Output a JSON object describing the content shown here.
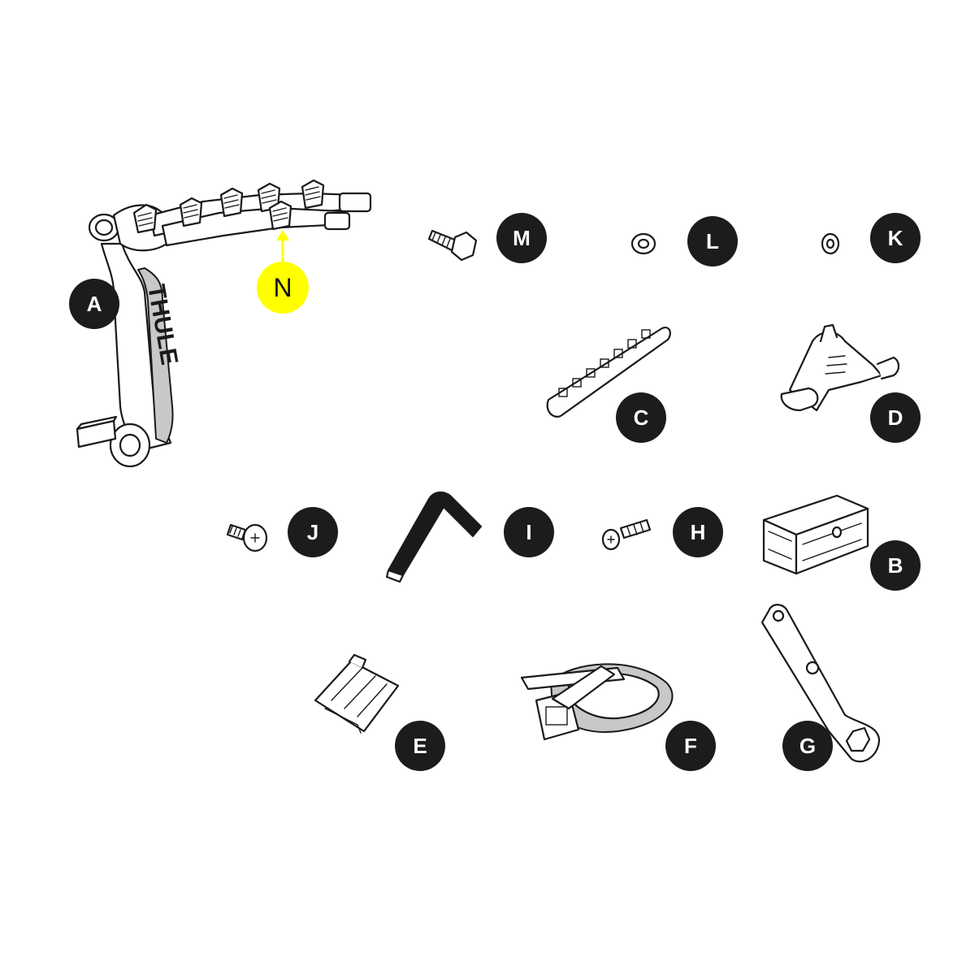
{
  "labels": {
    "A": "A",
    "B": "B",
    "C": "C",
    "D": "D",
    "E": "E",
    "F": "F",
    "G": "G",
    "H": "H",
    "I": "I",
    "J": "J",
    "K": "K",
    "L": "L",
    "M": "M"
  },
  "highlight": {
    "label": "N",
    "color": "#ffff00"
  },
  "brand_text": "THULE",
  "colors": {
    "badge": "#1c1c1c",
    "outline": "#1a1a1a"
  }
}
